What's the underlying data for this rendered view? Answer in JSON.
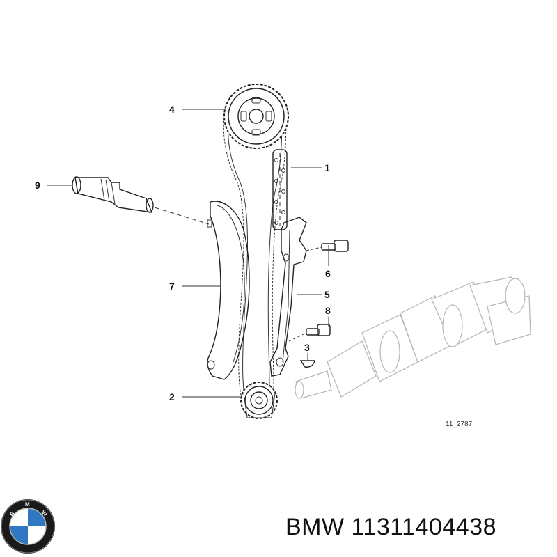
{
  "diagram": {
    "callouts": [
      {
        "id": "1",
        "text": "1"
      },
      {
        "id": "2",
        "text": "2"
      },
      {
        "id": "3",
        "text": "3"
      },
      {
        "id": "4",
        "text": "4"
      },
      {
        "id": "5",
        "text": "5"
      },
      {
        "id": "6",
        "text": "6"
      },
      {
        "id": "7",
        "text": "7"
      },
      {
        "id": "8",
        "text": "8"
      },
      {
        "id": "9",
        "text": "9"
      }
    ],
    "reference_code": "11_2787"
  },
  "caption": {
    "brand": "BMW",
    "part_number": "11311404438"
  },
  "logo": {
    "name": "bmw-roundel",
    "text": "BMW",
    "colors": {
      "blue": "#2f78c4",
      "white": "#ffffff",
      "ring": "#1a1a1a"
    }
  }
}
